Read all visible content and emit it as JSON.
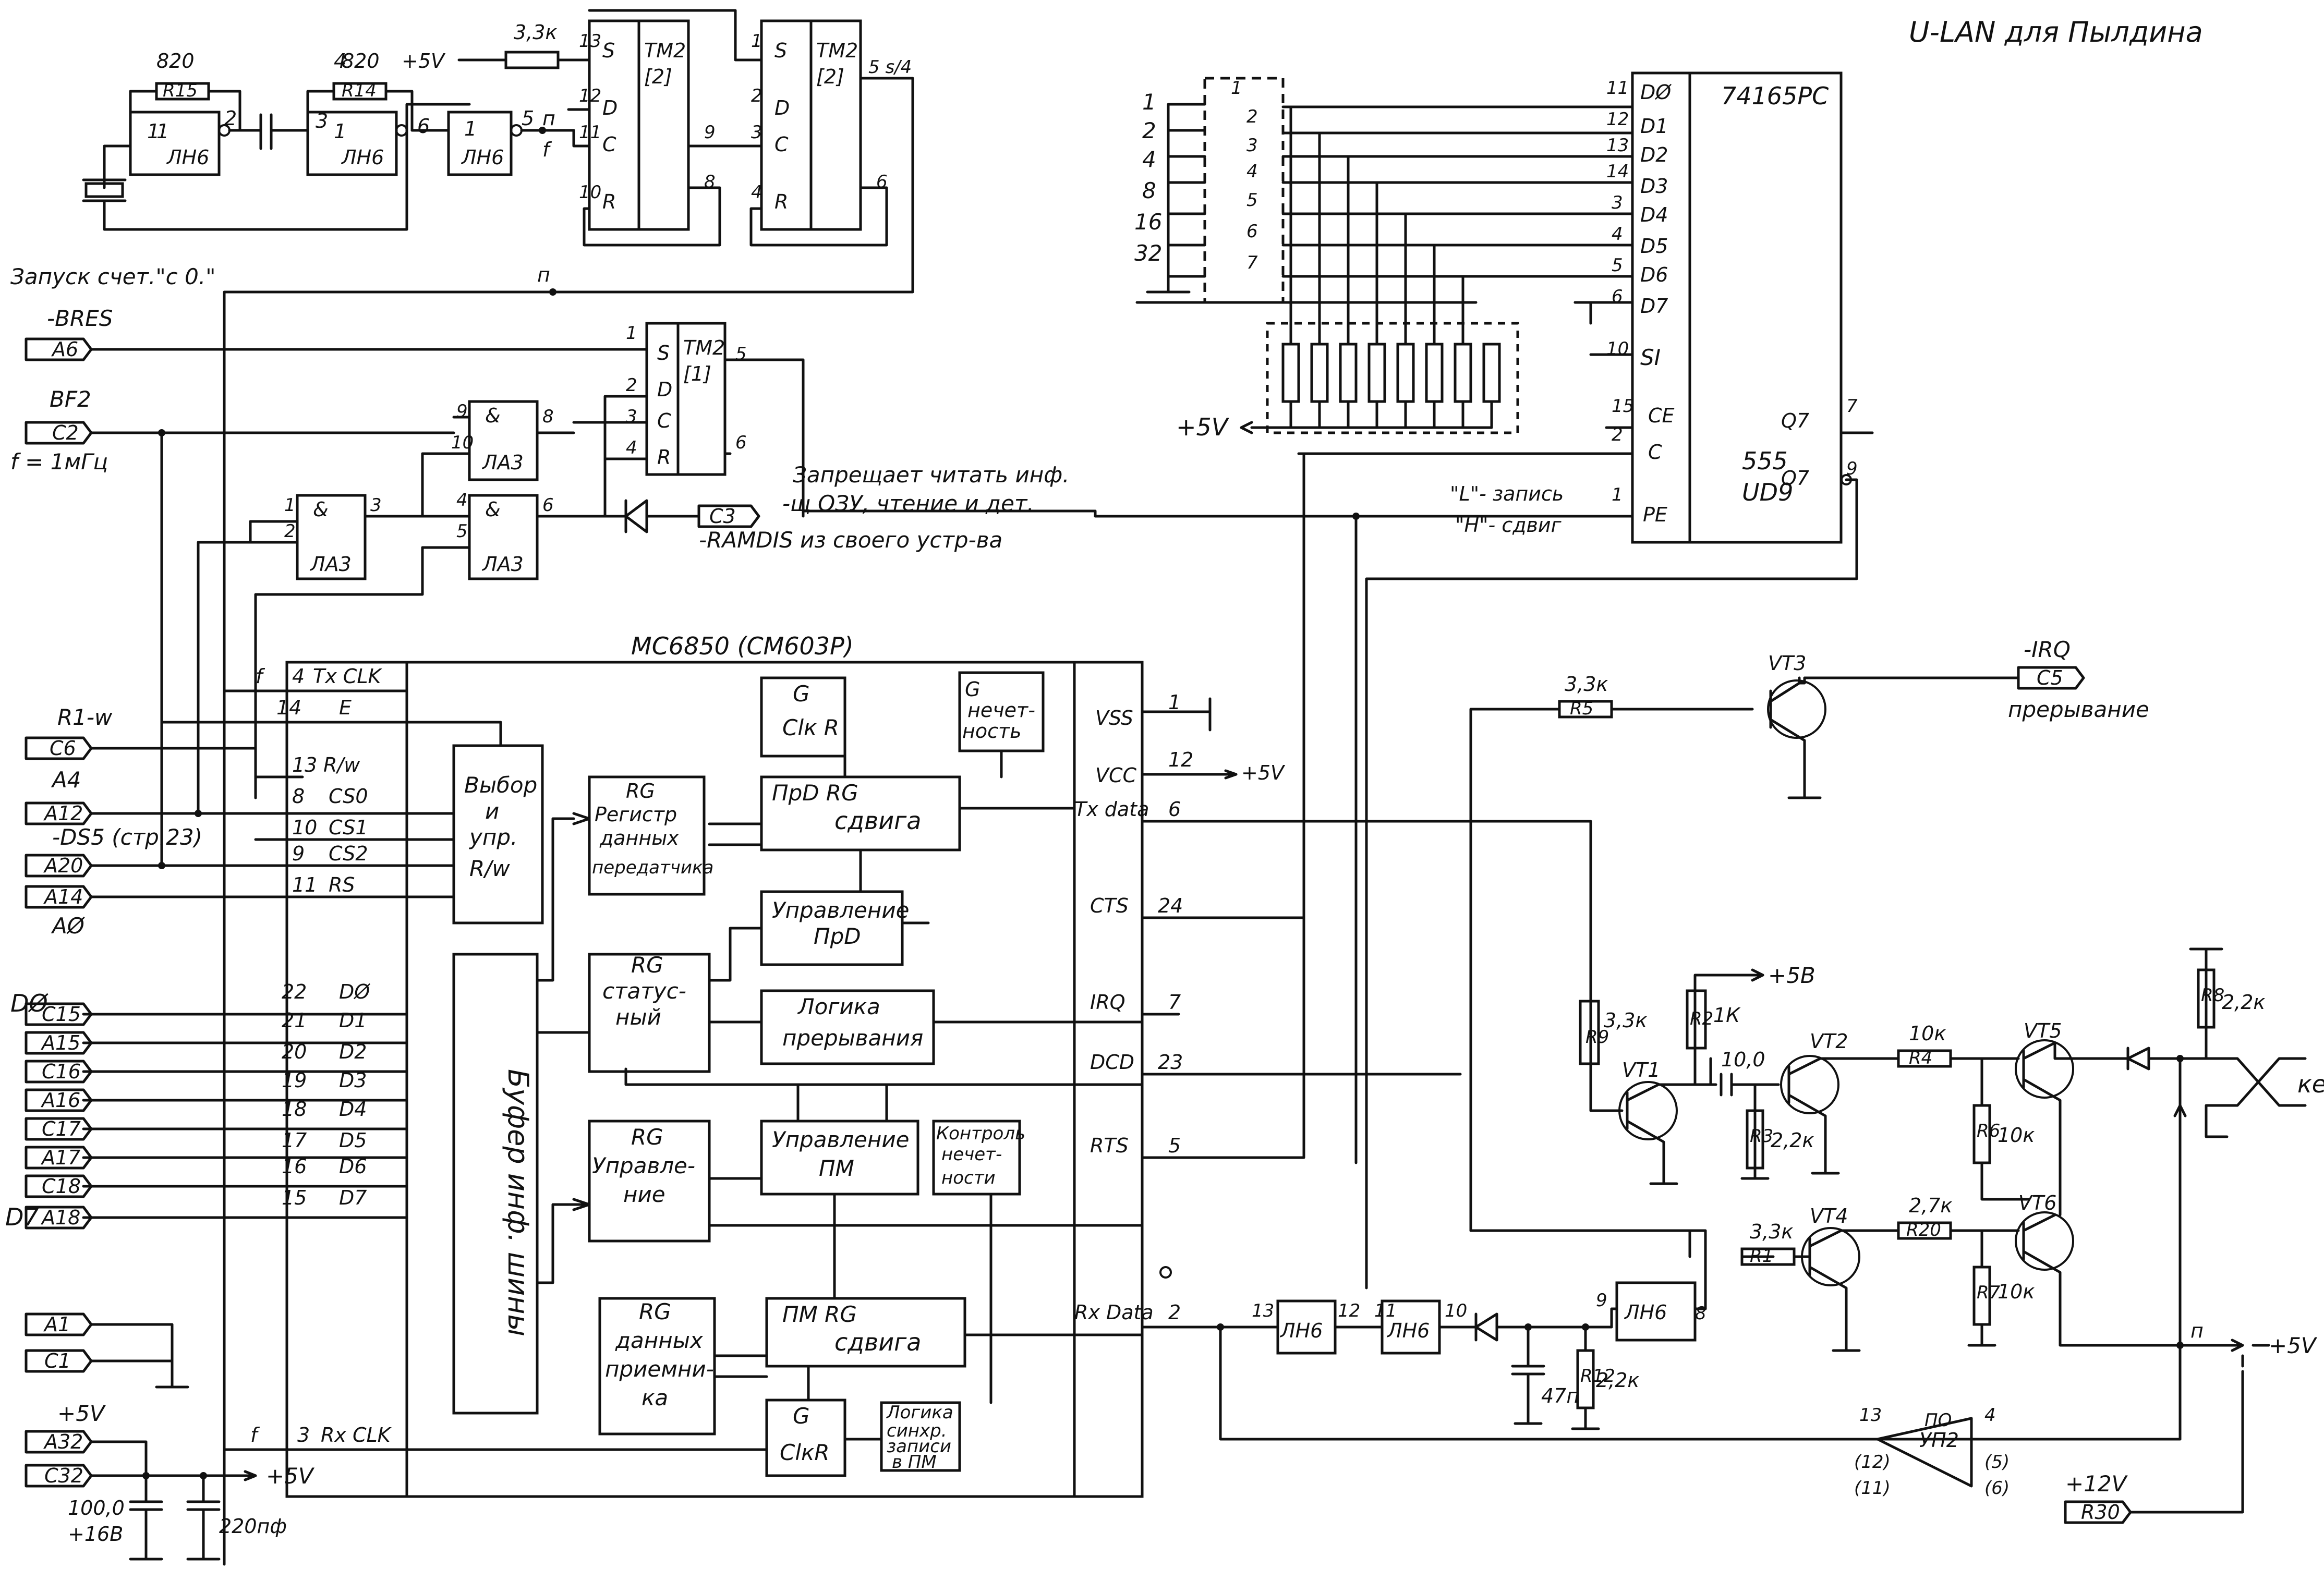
{
  "title": "U-LAN для Пылдина",
  "oscillator": {
    "r15": "820",
    "r15_name": "R15",
    "r14": "820",
    "r14_name": "R14",
    "gate1": "ЛН6",
    "gate2": "ЛН6",
    "gate3": "ЛН6",
    "p1": "1",
    "p2": "2",
    "p3": "3",
    "p4": "4",
    "p5": "5",
    "p6": "6",
    "f": "f",
    "p": "п",
    "p11": "11",
    "plus5": "+5V",
    "r33": "3,3к",
    "tm2a": "ТМ2",
    "tm2a_sub": "[2]",
    "tm2b": "ТМ2",
    "tm2b_sub": "[2]",
    "S": "S",
    "D": "D",
    "C": "C",
    "R": "R",
    "n13": "13",
    "n12": "12",
    "n10": "10",
    "n9": "9",
    "n8": "8",
    "n2": "2",
    "n3": "3",
    "n4": "4",
    "n1": "1",
    "n5": "5",
    "n6": "6",
    "out": "5 s/4"
  },
  "reset_start": "Запуск счет.\"с 0.\"",
  "connectors": {
    "bres_label": "-BRES",
    "bres": "A6",
    "bf2_label": "BF2",
    "bf2": "C2",
    "f1": "f = 1мГц",
    "c3": "C3",
    "ramdis": "-RAMDIS из своего устр-ва",
    "r1w": "R1-w",
    "c6": "C6",
    "a4": "A4",
    "a12": "A12",
    "ds5": "-DS5 (стр.23)",
    "a20": "A20",
    "a14": "A14",
    "a0": "AØ",
    "d0": "DØ",
    "d7": "D7",
    "data": [
      "C15",
      "A15",
      "C16",
      "A16",
      "C17",
      "A17",
      "C18",
      "A18"
    ],
    "a1": "A1",
    "c1": "C1",
    "plus5v": "+5V",
    "a32": "A32",
    "c32": "C32",
    "plus5v_r": "+5V",
    "cap1": "100,0",
    "cap1v": "+16В",
    "cap2": "220пф",
    "irq_label": "-IRQ",
    "c5": "C5",
    "irq_text": "прерывание",
    "plus12": "+12V",
    "r30": "R30"
  },
  "tm2c": {
    "name": "ТМ2",
    "sub": "[1]",
    "n1": "1",
    "n2": "2",
    "n3": "3",
    "n4": "4",
    "n5": "5",
    "n6": "6"
  },
  "la3": {
    "g1": "ЛА3",
    "g2": "ЛА3",
    "g3": "ЛА3",
    "amp": "&",
    "n9": "9",
    "n10": "10",
    "n8": "8",
    "n4": "4",
    "n5": "5",
    "n6": "6",
    "n1": "1",
    "n2": "2",
    "n3": "3"
  },
  "ram_note": "Запрещает читать инф.\n-щ ОЗУ, чтение и дет.",
  "sw": {
    "weights": [
      "1",
      "2",
      "4",
      "8",
      "16",
      "32"
    ],
    "contacts": [
      "1",
      "2",
      "3",
      "4",
      "5",
      "6",
      "7"
    ]
  },
  "pcf": {
    "name": "74165PC",
    "name2": "555",
    "name3": "UD9",
    "pins": [
      "DØ",
      "D1",
      "D2",
      "D3",
      "D4",
      "D5",
      "D6",
      "D7"
    ],
    "pinnums": [
      "11",
      "12",
      "13",
      "14",
      "3",
      "4",
      "5",
      "6"
    ],
    "si": "SI",
    "ce": "CE",
    "c": "C",
    "pe": "PE",
    "q7": "Q7",
    "q7n": "Q7",
    "n10": "10",
    "n15": "15",
    "n2": "2",
    "n1": "1",
    "n7": "7",
    "n9": "9"
  },
  "plus5v_r": "+5V",
  "write_note": "\"L\"- запись",
  "shift_note": "\"H\"- сдвиг",
  "acia": {
    "name": "MC6850 (СМ603Р)",
    "left_pins": [
      {
        "n": "4",
        "s": "Tx CLK"
      },
      {
        "n": "14",
        "s": "E"
      },
      {
        "n": "13",
        "s": "R/w"
      },
      {
        "n": "8",
        "s": "CS0"
      },
      {
        "n": "10",
        "s": "CS1"
      },
      {
        "n": "9",
        "s": "CS2"
      },
      {
        "n": "11",
        "s": "RS"
      }
    ],
    "data_pins": [
      {
        "n": "22",
        "s": "DØ"
      },
      {
        "n": "21",
        "s": "D1"
      },
      {
        "n": "20",
        "s": "D2"
      },
      {
        "n": "19",
        "s": "D3"
      },
      {
        "n": "18",
        "s": "D4"
      },
      {
        "n": "17",
        "s": "D5"
      },
      {
        "n": "16",
        "s": "D6"
      },
      {
        "n": "15",
        "s": "D7"
      }
    ],
    "rx_clk_n": "3",
    "rx_clk": "Rx CLK",
    "f": "f",
    "right_pins": [
      {
        "s": "VSS",
        "n": "1"
      },
      {
        "s": "VCC",
        "n": "12"
      },
      {
        "s": "Tx data",
        "n": "6"
      },
      {
        "s": "CTS",
        "n": "24"
      },
      {
        "s": "IRQ",
        "n": "7"
      },
      {
        "s": "DCD",
        "n": "23"
      },
      {
        "s": "RTS",
        "n": "5"
      },
      {
        "s": "Rx Data",
        "n": "2"
      }
    ],
    "vcc": "+5V",
    "sel1": "Выбор",
    "sel2": "и",
    "sel3": "упр.",
    "sel4": "R/w",
    "bus": "Буфер инф. шины",
    "clk1a": "G",
    "clk1b": "Clк R",
    "par1": "G",
    "par2": "нечет-",
    "par3": "ность",
    "txr1": "RG",
    "txr2": "Регистр",
    "txr3": "данных",
    "txr4": "передатчика",
    "sh1": "ПрD    RG",
    "sh2": "сдвига",
    "ctl1": "Управление",
    "ctl2": "ПрD",
    "st1": "RG",
    "st2": "статус-",
    "st3": "ный",
    "int1": "Логика",
    "int2": "прерывания",
    "cr1": "RG",
    "cr2": "Управле-",
    "cr3": "ние",
    "pm1": "Управление",
    "pm2": "ПМ",
    "kc1": "Контроль",
    "kc2": "нечет-",
    "kc3": "ности",
    "rx1": "RG",
    "rx2": "данных",
    "rx3": "приемни-",
    "rx4": "ка",
    "rs1": "ПМ    RG",
    "rs2": "сдвига",
    "cl2a": "G",
    "cl2b": "ClкR",
    "sync1": "Логика",
    "sync2": "синхр.",
    "sync3": "записи",
    "sync4": "в ПМ"
  },
  "line": {
    "r5": "3,3к",
    "r5n": "R5",
    "vt3": "VT3",
    "r9": "3,3к",
    "r9n": "R9",
    "vt1": "VT1",
    "r2": "1К",
    "r2n": "R2",
    "plus5b": "+5В",
    "c10": "10,0",
    "vt2": "VT2",
    "r3n": "R3",
    "r3": "2,2к",
    "r4": "10к",
    "r4n": "R4",
    "vt5": "VT5",
    "r6n": "R6",
    "r6": "10к",
    "r8n": "R8",
    "r8": "2,2к",
    "r1": "3,3к",
    "r1n": "R1",
    "vt4": "VT4",
    "r20": "2,7к",
    "r20n": "R20",
    "vt6": "VT6",
    "r7n": "R7",
    "r7": "10к",
    "ke": "ке",
    "pn": "п",
    "plus5v": "+5V",
    "g1": "ЛН6",
    "g2": "ЛН6",
    "g3": "ЛН6",
    "n13": "13",
    "n12": "12",
    "n11": "11",
    "n10": "10",
    "n9": "9",
    "n8": "8",
    "c47": "47п",
    "r12n": "R12",
    "r12": "2,2к",
    "up2": "УП2",
    "up2b": "ПО",
    "n13b": "13",
    "n12b": "(12)",
    "n11b": "(11)",
    "n4": "4",
    "n5": "(5)",
    "n6": "(6)"
  }
}
